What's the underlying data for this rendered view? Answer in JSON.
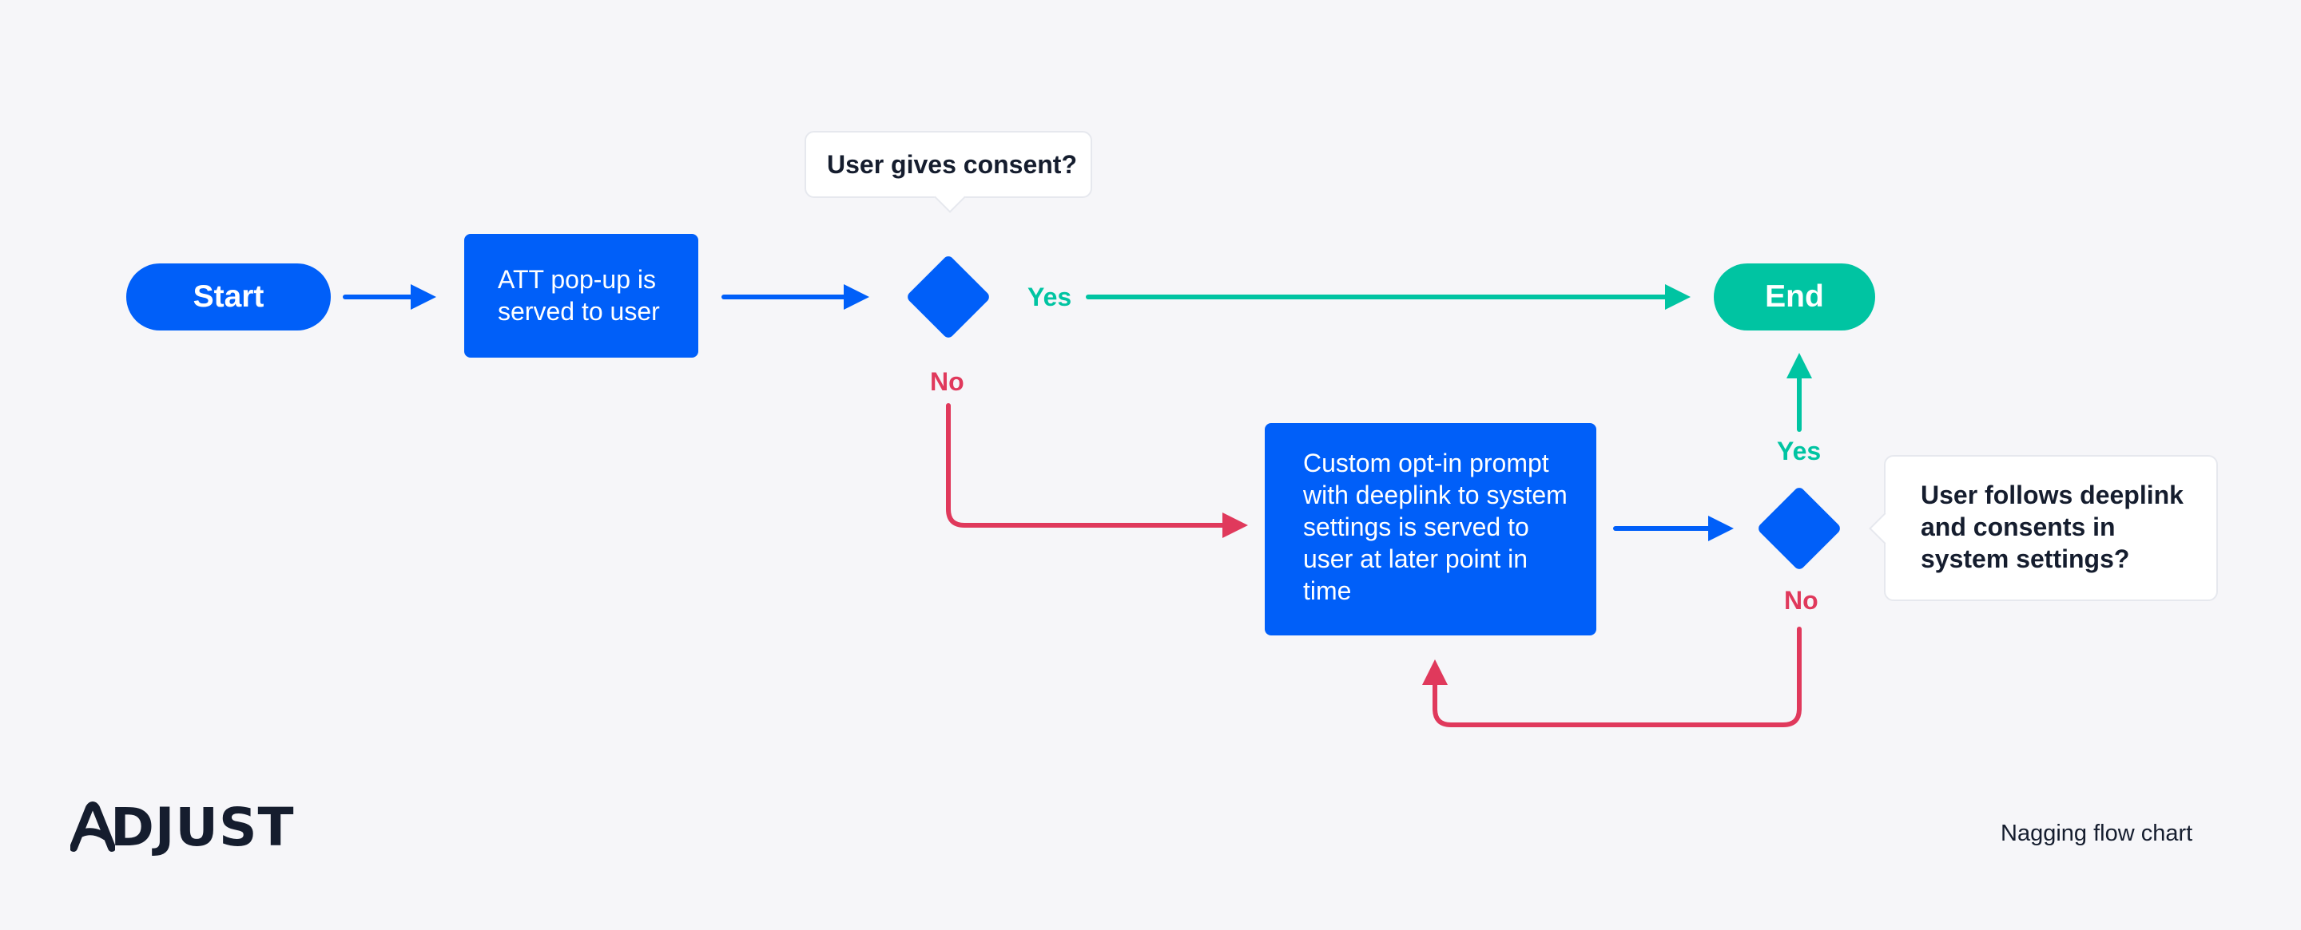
{
  "nodes": {
    "start": "Start",
    "att_popup": "ATT pop-up is served to user",
    "decision_1_question": "User gives consent?",
    "end": "End",
    "custom_prompt": "Custom opt-in prompt with deeplink to system settings is served to user at later point in time",
    "decision_2_question": "User follows deeplink and consents in system settings?"
  },
  "edge_labels": {
    "yes_1": "Yes",
    "no_1": "No",
    "yes_2": "Yes",
    "no_2": "No"
  },
  "footer": {
    "logo": "ADJUST",
    "caption": "Nagging flow chart"
  },
  "colors": {
    "background": "#f6f6f9",
    "process_blue": "#005ff9",
    "yes_green": "#00c4a2",
    "no_red": "#e0395c",
    "text_dark": "#151d2e",
    "callout_bg": "#ffffff"
  },
  "icons": {
    "logo": "adjust-wordmark-logo"
  }
}
